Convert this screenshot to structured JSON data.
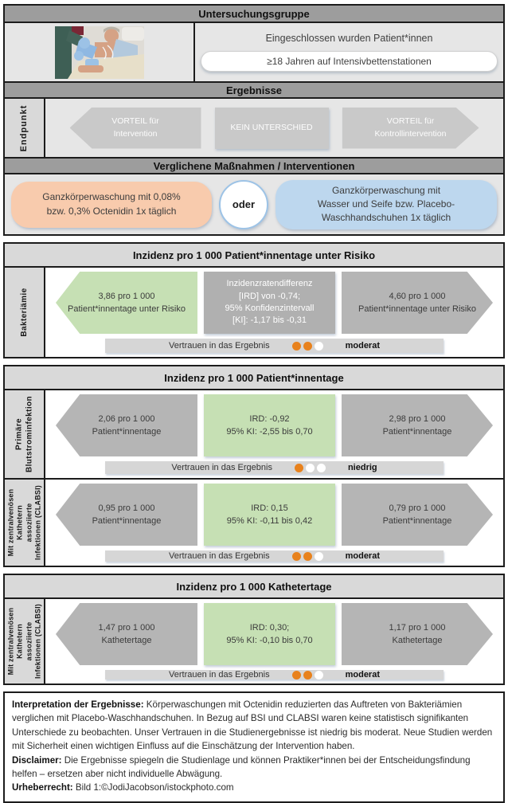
{
  "colors": {
    "header_dark_bg": "#9d9d9d",
    "header_light_bg": "#d9d9d9",
    "row_bg": "#e6e6e6",
    "legend_gray": "#c9c9c9",
    "arrow_gray": "#b5b5b5",
    "green_highlight": "#c6e0b4",
    "mid_gray_box": "#b0b0b0",
    "orange_pill": "#f8cbad",
    "blue_pill": "#bdd7ee",
    "dot_filled_orange": "#e8821d",
    "confidence_bar_bg": "#d6d6d6"
  },
  "study_group": {
    "header": "Untersuchungsgruppe",
    "photo_description": "patient-bed-bath-photo",
    "included_text": "Eingeschlossen wurden Patient*innen",
    "criteria_pill": "≥18 Jahren auf Intensivbettenstationen"
  },
  "results_legend": {
    "header": "Ergebnisse",
    "row_label": "Endpunkt",
    "favors_intervention": "VORTEIL für\nIntervention",
    "no_difference": "KEIN UNTERSCHIED",
    "favors_control": "VORTEIL für\nKontrollintervention"
  },
  "interventions": {
    "header": "Verglichene Maßnahmen / Interventionen",
    "intervention_pill": "Ganzkörperwaschung mit 0,08%\nbzw. 0,3% Octenidin 1x täglich",
    "connector": "oder",
    "control_pill": "Ganzkörperwaschung mit\nWasser und Seife bzw. Placebo-\nWaschhandschuhen 1x täglich"
  },
  "outcome_sections": [
    {
      "header": "Inzidenz pro 1 000 Patient*innentage unter Risiko",
      "rows": [
        {
          "label": "Bakteriämie",
          "left": {
            "text": "3,86 pro 1 000\nPatient*innentage unter Risiko"
          },
          "middle": {
            "text": "Inzidenzratendifferenz\n[IRD] von -0,74;\n95% Konfidenzintervall\n[KI]: -1,17 bis -0,31"
          },
          "right": {
            "text": "4,60 pro 1 000\nPatient*innentage unter Risiko"
          },
          "confidence": {
            "label": "Vertrauen in das Ergebnis",
            "filled_dots": 2,
            "total_dots": 3,
            "rating": "moderat"
          }
        }
      ]
    },
    {
      "header": "Inzidenz pro 1 000 Patient*innentage",
      "rows": [
        {
          "label": "Primäre\nBlutstrominfektion",
          "left": {
            "text": "2,06 pro 1 000\nPatient*innentage"
          },
          "middle": {
            "text": "IRD: -0,92\n95% KI: -2,55 bis 0,70"
          },
          "right": {
            "text": "2,98 pro 1 000\nPatient*innentage"
          },
          "confidence": {
            "label": "Vertrauen in das Ergebnis",
            "filled_dots": 1,
            "total_dots": 3,
            "rating": "niedrig"
          }
        },
        {
          "label": "Mit zentralvenösen\nKathetern\nassoziierte\nInfektionen (CLABSI)",
          "left": {
            "text": "0,95 pro 1 000\nPatient*innentage"
          },
          "middle": {
            "text": "IRD: 0,15\n95% KI: -0,11 bis 0,42"
          },
          "right": {
            "text": "0,79 pro 1 000\nPatient*innentage"
          },
          "confidence": {
            "label": "Vertrauen in das Ergebnis",
            "filled_dots": 2,
            "total_dots": 3,
            "rating": "moderat"
          }
        }
      ]
    },
    {
      "header": "Inzidenz pro 1 000 Kathetertage",
      "rows": [
        {
          "label": "Mit zentralvenösen\nKathetern\nassoziierte\nInfektionen (CLABSI)",
          "left": {
            "text": "1,47 pro 1 000\nKathetertage"
          },
          "middle": {
            "text": "IRD: 0,30;\n95% KI: -0,10 bis 0,70"
          },
          "right": {
            "text": "1,17 pro 1 000\nKathetertage"
          },
          "confidence": {
            "label": "Vertrauen in das Ergebnis",
            "filled_dots": 2,
            "total_dots": 3,
            "rating": "moderat"
          }
        }
      ]
    }
  ],
  "footer": {
    "interpretation_label": "Interpretation der Ergebnisse:",
    "interpretation_text": " Körperwaschungen mit Octenidin reduzierten das Auftreten von Bakteriämien verglichen mit Placebo-Waschhandschuhen. In Bezug auf BSI und CLABSI waren keine statistisch signifikanten Unterschiede zu beobachten. Unser Vertrauen in die Studienergebnisse ist niedrig bis moderat. Neue Studien werden mit Sicherheit einen wichtigen Einfluss auf die Einschätzung der Intervention haben.",
    "disclaimer_label": "Disclaimer:",
    "disclaimer_text": " Die Ergebnisse spiegeln die Studienlage und können Praktiker*innen bei der Entscheidungsfindung helfen – ersetzen aber nicht individuelle Abwägung.",
    "copyright_label": "Urheberrecht:",
    "copyright_text": " Bild 1:©JodiJacobson/istockphoto.com"
  }
}
